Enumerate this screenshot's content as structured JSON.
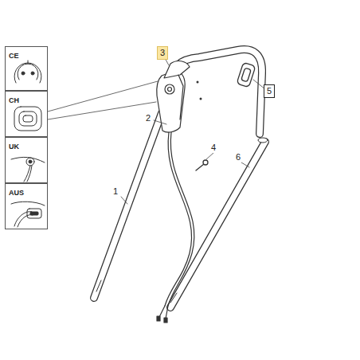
{
  "diagram": {
    "nodes": [
      {
        "text": [
          "CE"
        ]
      },
      {
        "text": [
          "CH"
        ]
      },
      {
        "text": [
          "UK"
        ]
      },
      {
        "text": [
          "AUS"
        ]
      },
      {
        "text": [
          "3"
        ]
      },
      {
        "text": [
          "5"
        ]
      }
    ],
    "labels": [
      "1",
      "2",
      "4",
      "6"
    ]
  }
}
